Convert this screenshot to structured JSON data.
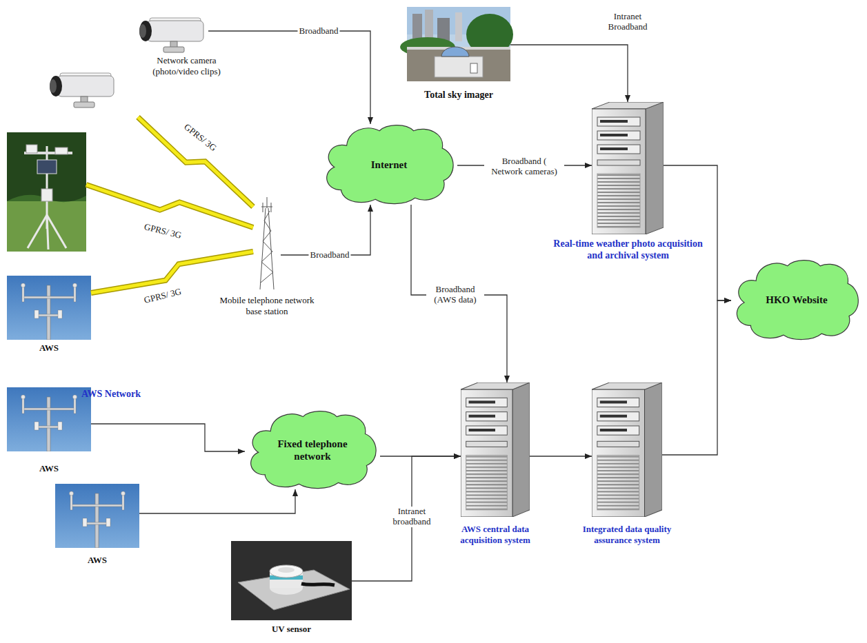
{
  "diagram": {
    "nodes": [
      {
        "text": [
          "Network camera (photo/video clips)"
        ]
      },
      {
        "text": [
          "Total sky imager"
        ]
      },
      {
        "text": [
          "Internet"
        ]
      },
      {
        "text": [
          "Real-time weather photo acquisition and archival system"
        ]
      },
      {
        "text": [
          "Mobile telephone network base station"
        ]
      },
      {
        "text": [
          "AWS"
        ]
      },
      {
        "text": [
          "HKO Website"
        ]
      },
      {
        "text": [
          "AWS"
        ]
      },
      {
        "text": [
          "Fixed telephone network"
        ]
      },
      {
        "text": [
          "AWS"
        ]
      },
      {
        "text": [
          "AWS central data acquisition system"
        ]
      },
      {
        "text": [
          "Integrated data quality assurance system"
        ]
      },
      {
        "text": [
          "UV sensor"
        ]
      }
    ],
    "edges": [
      {
        "from": 0,
        "to": 2,
        "arrow": "to",
        "label": "Broadband"
      },
      {
        "from": 0,
        "to": 4,
        "arrow": "none",
        "label": "GPRS/ 3G"
      },
      {
        "from": 5,
        "to": 4,
        "arrow": "none",
        "label": "GPRS/ 3G"
      },
      {
        "from": 4,
        "to": 2,
        "arrow": "to",
        "label": "Broadband"
      },
      {
        "from": 1,
        "to": 3,
        "arrow": "to",
        "label": "Intranet Broadband"
      },
      {
        "from": 2,
        "to": 3,
        "arrow": "to",
        "label": "Broadband ( Network cameras)"
      },
      {
        "from": 2,
        "to": 10,
        "arrow": "to",
        "label": "Broadband (AWS data)"
      },
      {
        "from": 7,
        "to": 8,
        "arrow": "to"
      },
      {
        "from": 9,
        "to": 8,
        "arrow": "to"
      },
      {
        "from": 8,
        "to": 10,
        "arrow": "to"
      },
      {
        "from": 12,
        "to": 10,
        "arrow": "to",
        "label": "Intranet broadband"
      },
      {
        "from": 10,
        "to": 11,
        "arrow": "to"
      },
      {
        "from": 11,
        "to": 6,
        "arrow": "to"
      },
      {
        "from": 3,
        "to": 6,
        "arrow": "to"
      }
    ],
    "labels": [
      "GPRS/ 3G",
      "AWS Network"
    ]
  }
}
